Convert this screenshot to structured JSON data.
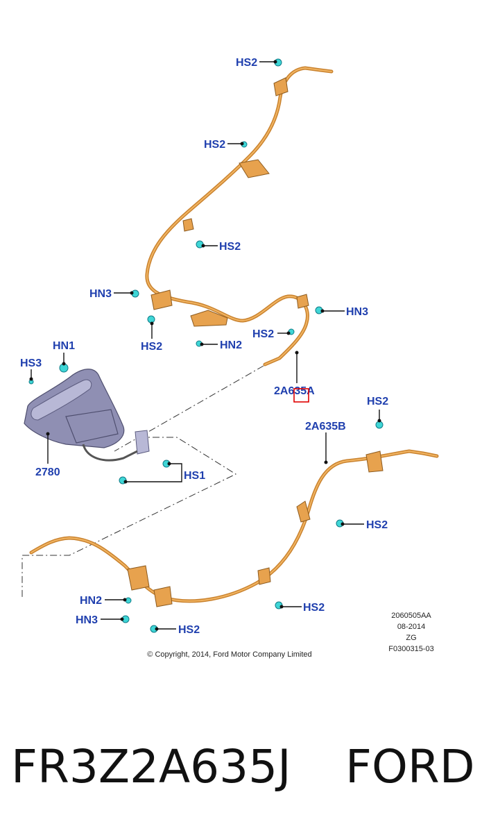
{
  "callouts": {
    "hs2_top": "HS2",
    "hs2_upper": "HS2",
    "hs2_mid": "HS2",
    "hn3_left": "HN3",
    "hs2_left": "HS2",
    "hn2_mid": "HN2",
    "hs2_right": "HS2",
    "hn3_right": "HN3",
    "part_2a635a": "2A635A",
    "hn1": "HN1",
    "hs3": "HS3",
    "part_2780": "2780",
    "hs1": "HS1",
    "hs2_b_top": "HS2",
    "part_2a635b": "2A635B",
    "hs2_b_mid": "HS2",
    "hs2_b_low": "HS2",
    "hn2_low": "HN2",
    "hn3_low": "HN3",
    "hs2_bottom": "HS2"
  },
  "drawing_info": {
    "code": "2060505AA",
    "date": "08-2014",
    "zg": "ZG",
    "figure": "F0300315-03"
  },
  "copyright": "© Copyright, 2014, Ford Motor Company Limited",
  "footer": {
    "part_number": "FR3Z2A635J",
    "brand": "FORD"
  },
  "colors": {
    "callout": "#1f3fae",
    "cable": "#c9822e",
    "fastener": "#3fd6d6",
    "lever": "#8f8fb3",
    "highlight_box": "#e00000"
  }
}
